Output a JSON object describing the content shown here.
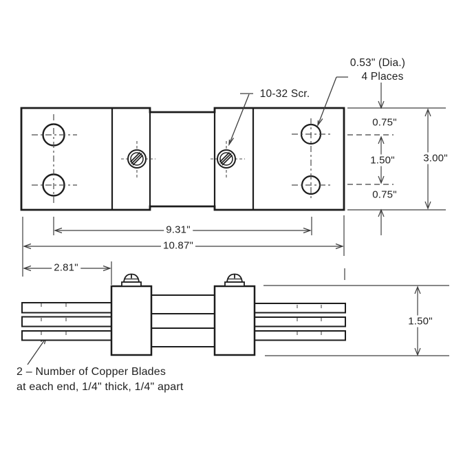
{
  "callouts": {
    "hole_diameter_line1": "0.53\" (Dia.)",
    "hole_diameter_line2": "4 Places",
    "screw_spec": "10-32 Scr."
  },
  "dimensions": {
    "top_margin": "0.75\"",
    "hole_row_spacing": "1.50\"",
    "bottom_margin": "0.75\"",
    "overall_height": "3.00\"",
    "hole_center_span": "9.31\"",
    "overall_width": "10.87\"",
    "blade_exposed_length": "2.81\"",
    "front_height": "1.50\""
  },
  "note": {
    "line1": "2 – Number of Copper Blades",
    "line2": "at each end, 1/4\" thick, 1/4\" apart"
  },
  "colors": {
    "outline": "#1c1c1c",
    "dimension": "#3d3d3d",
    "text": "#1f1f1f",
    "background": "#ffffff"
  }
}
